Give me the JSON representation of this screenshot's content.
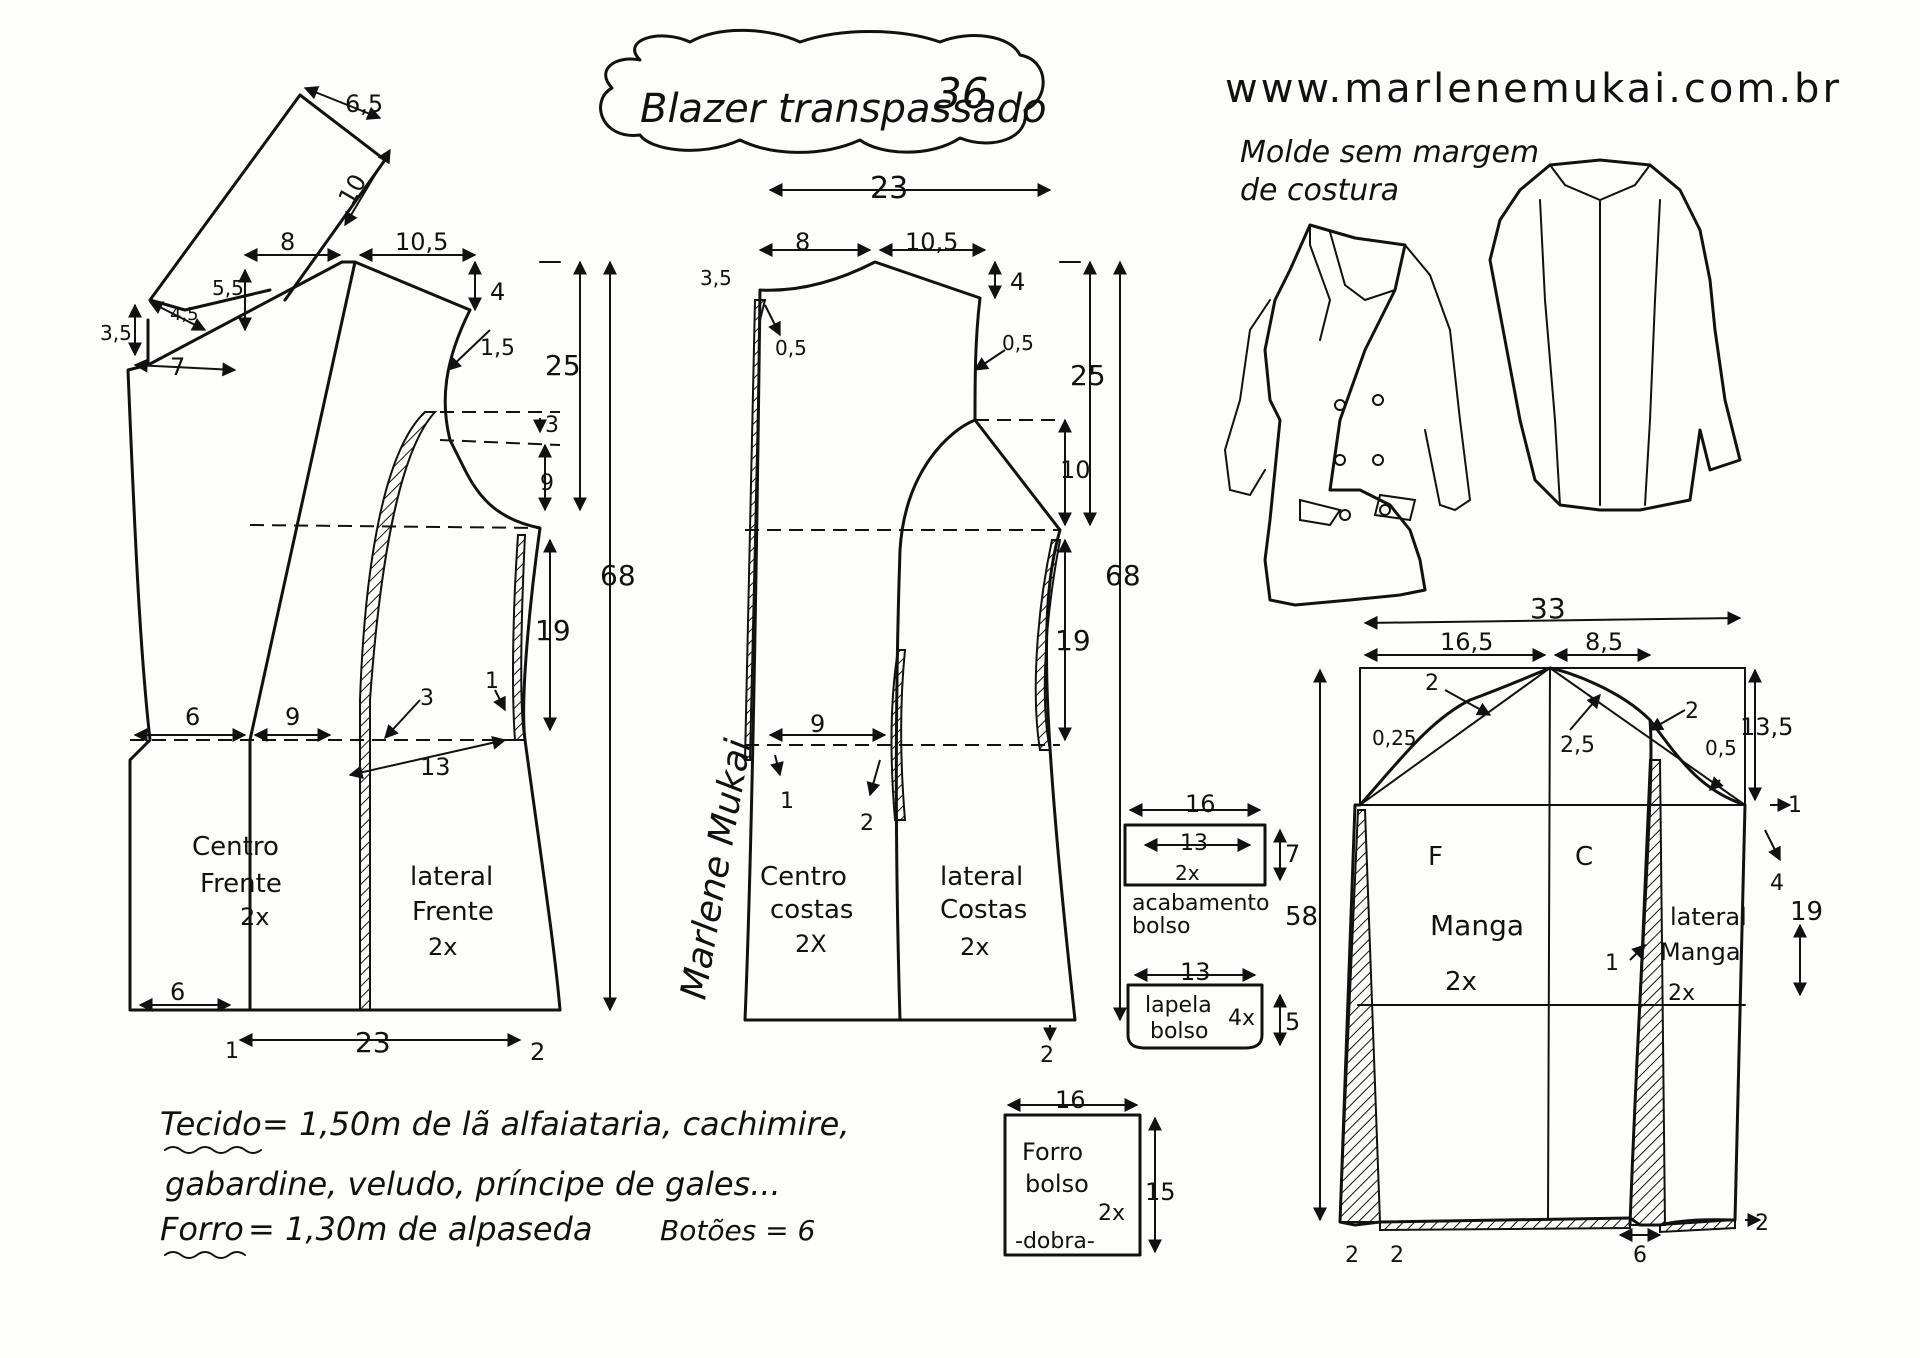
{
  "title": "Blazer transpassado",
  "number": "36",
  "website": "www.marlenemukai.com.br",
  "note_line1": "Molde sem margem",
  "note_line2": "de costura",
  "signature": "Marlene Mukai",
  "fabric": {
    "tecido_label": "Tecido",
    "tecido_text": "= 1,50m  de  lã alfaiataria, cachimire,",
    "tecido_text2": "gabardine, veludo, príncipe de gales...",
    "forro_label": "Forro",
    "forro_text": "= 1,30m  de  alpaseda",
    "botoes": "Botões = 6"
  },
  "front": {
    "lapel_w": "6,5",
    "lapel_h": "10",
    "lapel_small": "4,5",
    "m_8": "8",
    "m_105": "10,5",
    "m_55": "5,5",
    "m_35": "3,5",
    "m_7": "7",
    "m_4": "4",
    "m_15": "1,5",
    "m_25": "25",
    "m_3a": "3",
    "m_9a": "9",
    "m_68": "68",
    "m_19": "19",
    "m_6a": "6",
    "m_9b": "9",
    "m_3b": "3",
    "m_1": "1",
    "m_13": "13",
    "m_6b": "6",
    "m_23": "23",
    "m_1b": "1",
    "m_2": "2",
    "label_center_1": "Centro",
    "label_center_2": "Frente",
    "label_center_3": "2x",
    "label_side_1": "lateral",
    "label_side_2": "Frente",
    "label_side_3": "2x"
  },
  "back": {
    "m_23": "23",
    "m_8": "8",
    "m_105": "10,5",
    "m_35": "3,5",
    "m_4": "4",
    "m_05a": "0,5",
    "m_05b": "0,5",
    "m_25": "25",
    "m_10": "10",
    "m_68": "68",
    "m_19": "19",
    "m_9": "9",
    "m_1": "1",
    "m_2a": "2",
    "m_2b": "2",
    "label_center_1": "Centro",
    "label_center_2": "costas",
    "label_center_3": "2X",
    "label_side_1": "lateral",
    "label_side_2": "Costas",
    "label_side_3": "2x"
  },
  "pieces": {
    "acab_w": "16",
    "acab_inner": "13",
    "acab_h": "7",
    "acab_qty": "2x",
    "acab_label1": "acabamento",
    "acab_label2": "bolso",
    "lapela_w": "13",
    "lapela_label1": "lapela",
    "lapela_label2": "bolso",
    "lapela_qty": "4x",
    "lapela_h": "5",
    "forro_w": "16",
    "forro_label1": "Forro",
    "forro_label2": "bolso",
    "forro_qty": "2x",
    "forro_h": "15",
    "forro_fold": "-dobra-"
  },
  "sleeve": {
    "m_33": "33",
    "m_165": "16,5",
    "m_85": "8,5",
    "m_2a": "2",
    "m_025": "0,25",
    "m_2b": "2",
    "m_25": "2,5",
    "m_05": "0,5",
    "m_135": "13,5",
    "m_1": "1",
    "m_4": "4",
    "m_58": "58",
    "m_19": "19",
    "m_1b": "1",
    "m_2c": "2",
    "m_2d": "2",
    "m_6": "6",
    "m_2e": "2",
    "label_f": "F",
    "label_c": "C",
    "label_manga": "Manga",
    "label_qty": "2x",
    "label_lat1": "lateral",
    "label_lat2": "Manga",
    "label_lat3": "2x"
  }
}
